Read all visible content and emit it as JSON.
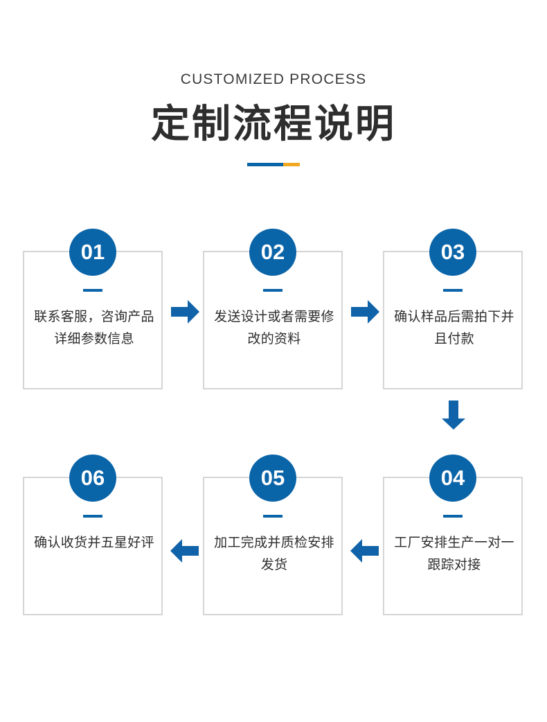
{
  "header": {
    "subtitle_en": "CUSTOMIZED PROCESS",
    "title_cn": "定制流程说明",
    "divider_blue_color": "#0a64a8",
    "divider_orange_color": "#f0a821"
  },
  "theme": {
    "accent_blue": "#0a64a8",
    "arrow_blue": "#1063a8",
    "accent_orange": "#f0a821",
    "card_border": "#d5d5d5",
    "text_color": "#2d2d2d"
  },
  "flow": {
    "steps": [
      {
        "number": "01",
        "text": "联系客服，咨询产品详细参数信息"
      },
      {
        "number": "02",
        "text": "发送设计或者需要修改的资料"
      },
      {
        "number": "03",
        "text": "确认样品后需拍下并且付款"
      },
      {
        "number": "04",
        "text": "工厂安排生产一对一跟踪对接"
      },
      {
        "number": "05",
        "text": "加工完成并质检安排发货"
      },
      {
        "number": "06",
        "text": "确认收货并五星好评"
      }
    ],
    "connectors": [
      {
        "name": "step-01-to-02",
        "direction": "right"
      },
      {
        "name": "step-02-to-03",
        "direction": "right"
      },
      {
        "name": "step-03-to-04",
        "direction": "down"
      },
      {
        "name": "step-04-to-05",
        "direction": "left"
      },
      {
        "name": "step-05-to-06",
        "direction": "left"
      }
    ]
  }
}
